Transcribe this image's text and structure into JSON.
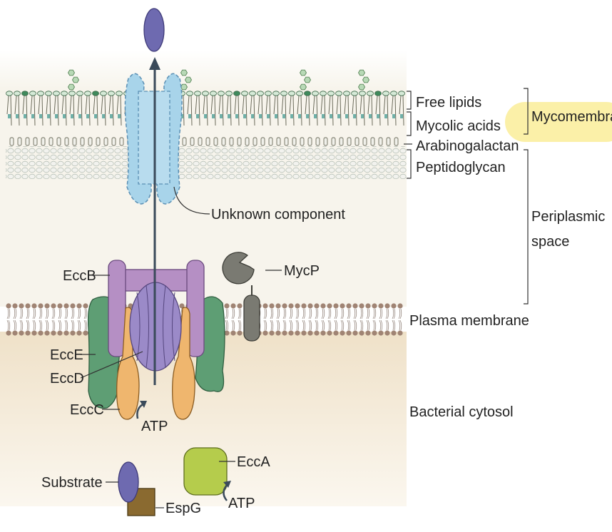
{
  "labels": {
    "free_lipids": "Free lipids",
    "mycolic_acids": "Mycolic acids",
    "arabinogalactan": "Arabinogalactan",
    "peptidoglycan": "Peptidoglycan",
    "mycomembrane": "Mycomembra",
    "periplasmic_1": "Periplasmic",
    "periplasmic_2": "space",
    "unknown_component": "Unknown component",
    "mycp": "MycP",
    "eccb": "EccB",
    "plasma_membrane": "Plasma membrane",
    "ecce": "EccE",
    "eccd": "EccD",
    "eccc": "EccC",
    "atp_eccc": "ATP",
    "bacterial_cytosol": "Bacterial cytosol",
    "ecca": "EccA",
    "atp_ecca": "ATP",
    "substrate": "Substrate",
    "espg": "EspG"
  },
  "colors": {
    "periplasm_bg": "#f7f4ec",
    "cytosol_bg": "#efe4cf",
    "membrane_head": "#a08474",
    "lipid_head": "#d6ead8",
    "lipid_head_dark": "#3f8a5c",
    "sugar": "#b8d9b6",
    "pg_mesh": "#c4ccc4",
    "channel": "#a8d4ea",
    "arrow": "#3a4a5a",
    "substrate": "#6e6ab0",
    "eccb": "#b58fc4",
    "eccd": "#9b8ac8",
    "ecce": "#5e9e74",
    "eccc": "#efb66e",
    "mycp": "#7a7a72",
    "ecca": "#b5cc4c",
    "espg": "#8a6a30",
    "mycomembrane_highlight": "#fbf0a8"
  }
}
